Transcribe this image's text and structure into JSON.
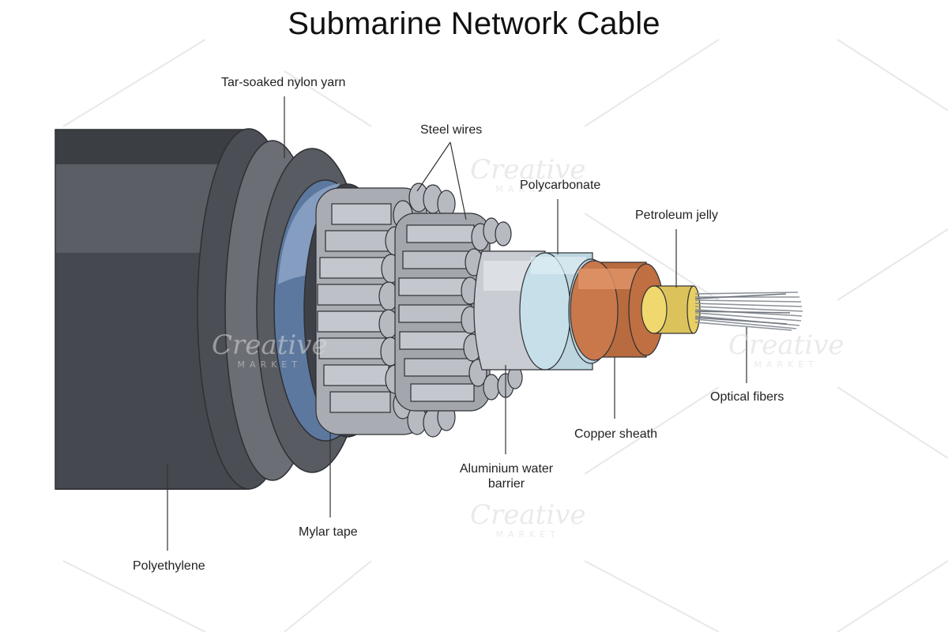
{
  "title": "Submarine Network Cable",
  "labels": {
    "tar_soaked_nylon_yarn": "Tar-soaked nylon yarn",
    "steel_wires": "Steel wires",
    "polycarbonate": "Polycarbonate",
    "petroleum_jelly": "Petroleum jelly",
    "optical_fibers": "Optical fibers",
    "copper_sheath": "Copper sheath",
    "aluminium_water_barrier_line1": "Aluminium water",
    "aluminium_water_barrier_line2": "barrier",
    "mylar_tape": "Mylar tape",
    "polyethylene": "Polyethylene"
  },
  "watermark": {
    "word": "Creative",
    "sub": "MARKET"
  },
  "colors": {
    "polyethylene": "#4a4d53",
    "nylon_yarn": "#6c6f75",
    "mylar_tape": "#5f7aa0",
    "steel": "#b4b8be",
    "aluminium": "#c7cad0",
    "polycarbonate": "#c4dfe9",
    "copper": "#c8784a",
    "petroleum_jelly": "#e8cf62",
    "fibers": "#8d939b"
  }
}
